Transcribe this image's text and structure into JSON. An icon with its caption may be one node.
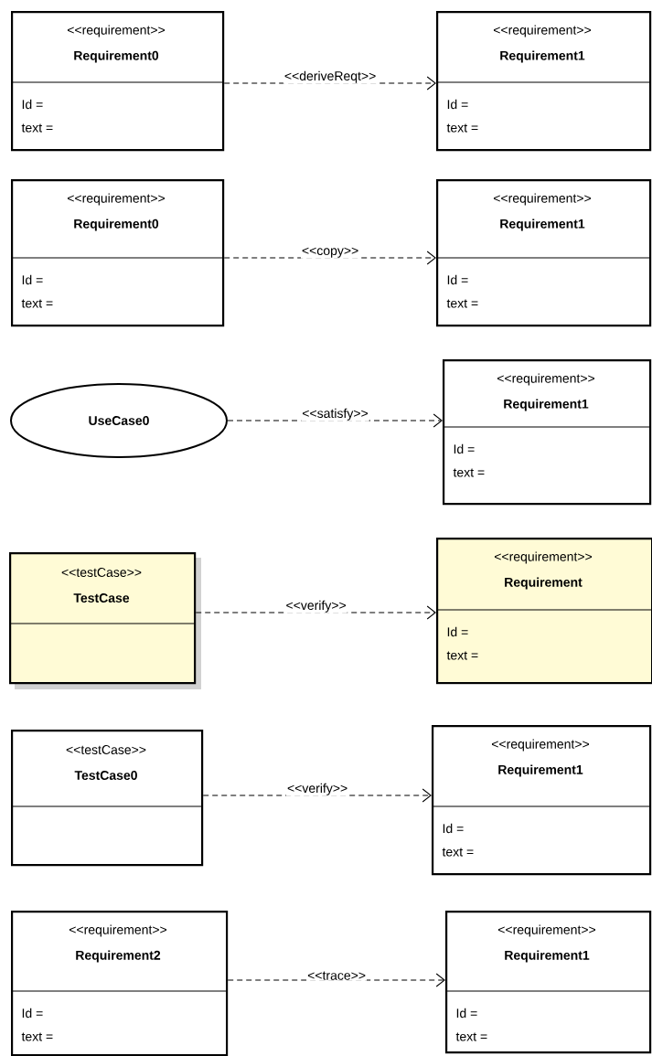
{
  "diagram": {
    "nodes": [
      {
        "text": [
          "<<requirement>>",
          "Requirement0",
          "Id =",
          "text ="
        ]
      },
      {
        "text": [
          "<<requirement>>",
          "Requirement1",
          "Id =",
          "text ="
        ]
      },
      {
        "text": [
          "<<requirement>>",
          "Requirement0",
          "Id =",
          "text ="
        ]
      },
      {
        "text": [
          "<<requirement>>",
          "Requirement1",
          "Id =",
          "text ="
        ]
      },
      {
        "text": [
          "UseCase0"
        ]
      },
      {
        "text": [
          "<<requirement>>",
          "Requirement1",
          "Id =",
          "text ="
        ]
      },
      {
        "text": [
          "<<testCase>>",
          "TestCase"
        ]
      },
      {
        "text": [
          "<<requirement>>",
          "Requirement",
          "Id =",
          "text ="
        ]
      },
      {
        "text": [
          "<<testCase>>",
          "TestCase0"
        ]
      },
      {
        "text": [
          "<<requirement>>",
          "Requirement1",
          "Id =",
          "text ="
        ]
      },
      {
        "text": [
          "<<requirement>>",
          "Requirement2",
          "Id =",
          "text ="
        ]
      },
      {
        "text": [
          "<<requirement>>",
          "Requirement1",
          "Id =",
          "text ="
        ]
      }
    ],
    "edges": [
      {
        "from": 0,
        "to": 1,
        "arrow": "to",
        "style": "dashed",
        "label": "<<deriveReqt>>"
      },
      {
        "from": 2,
        "to": 3,
        "arrow": "to",
        "style": "dashed",
        "label": "<<copy>>"
      },
      {
        "from": 4,
        "to": 5,
        "arrow": "to",
        "style": "dashed",
        "label": "<<satisfy>>"
      },
      {
        "from": 6,
        "to": 7,
        "arrow": "to",
        "style": "dashed",
        "label": "<<verify>>"
      },
      {
        "from": 8,
        "to": 9,
        "arrow": "to",
        "style": "dashed",
        "label": "<<verify>>"
      },
      {
        "from": 10,
        "to": 11,
        "arrow": "to",
        "style": "dashed",
        "label": "<<trace>>"
      }
    ]
  }
}
